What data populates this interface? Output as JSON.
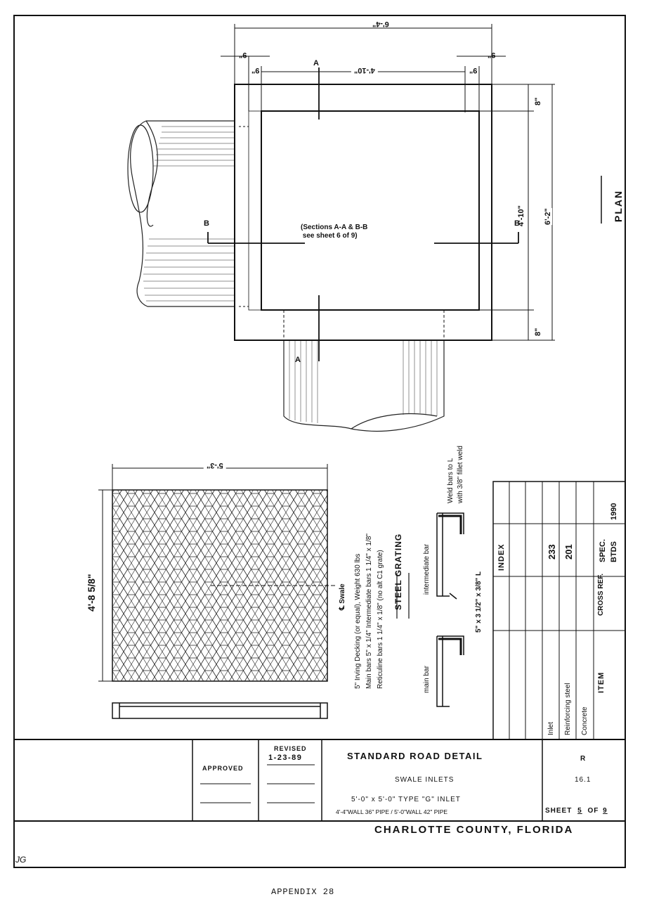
{
  "plan": {
    "title": "PLAN",
    "dim_overall_top": "6'-4\"",
    "dim_inner_top": "4'-10\"",
    "dim_wall_left": "9\"",
    "dim_wall_right": "9\"",
    "dim_wall_left_inner": "9\"",
    "dim_wall_right_inner": "9\"",
    "dim_inner_right": "4'-10\"",
    "dim_overall_right": "6'-2\"",
    "dim_top_8": "8\"",
    "dim_bottom_8": "8\"",
    "section_note": "(Sections A-A & B-B\n see sheet 6 of 9)",
    "section_a": "A",
    "section_b": "B"
  },
  "grating": {
    "dim_width": "5'-3\"",
    "dim_height": "4'-8 5/8\"",
    "swale_label": "℄ Swale",
    "title": "STEEL GRATING",
    "note_line1": "5\" Irving Decking (or equal), Weight 630 lbs",
    "note_line2": "Main bars 5\" x 1/4\"   Intermediate bars 1 1/4\" x 1/8\"",
    "note_line3": "Reticuline bars 1 1/4\" x 1/8\" (no alt C1 grate)"
  },
  "details": {
    "main_bar": "main bar",
    "intermediate_bar": "intermediate bar",
    "angle": "5\" x 3 1/2\" x 3/8\" L",
    "weld_line1": "Weld bars to L",
    "weld_line2": "with 3/8\" fillet weld"
  },
  "index_table": {
    "header_index": "INDEX",
    "col_item": "ITEM",
    "col_cross_ref": "CROSS REF.",
    "col_spec": "SPEC.",
    "col_btds": "BTDS",
    "col_year": "1990",
    "rows": [
      {
        "item": "Inlet",
        "index": "233"
      },
      {
        "item": "Reinforcing steel",
        "index": "201"
      },
      {
        "item": "Concrete",
        "index": ""
      }
    ]
  },
  "title_block": {
    "approved": "APPROVED",
    "revised": "REVISED",
    "revised_date": "1-23-89",
    "main_title": "STANDARD ROAD DETAIL",
    "subtitle": "SWALE INLETS",
    "type_line": "5'-0\" x 5'-0\" TYPE \"G\" INLET",
    "pipe_line": "4'-4\"WALL 36\" PIPE / 5'-0\"WALL 42\" PIPE",
    "code_letter": "R",
    "code_number": "16.1",
    "sheet_label": "SHEET",
    "sheet_num": "5",
    "sheet_of": "OF",
    "sheet_total": "9",
    "county": "CHARLOTTE COUNTY, FLORIDA",
    "initials": "JG"
  },
  "footer": {
    "appendix": "APPENDIX 28"
  }
}
